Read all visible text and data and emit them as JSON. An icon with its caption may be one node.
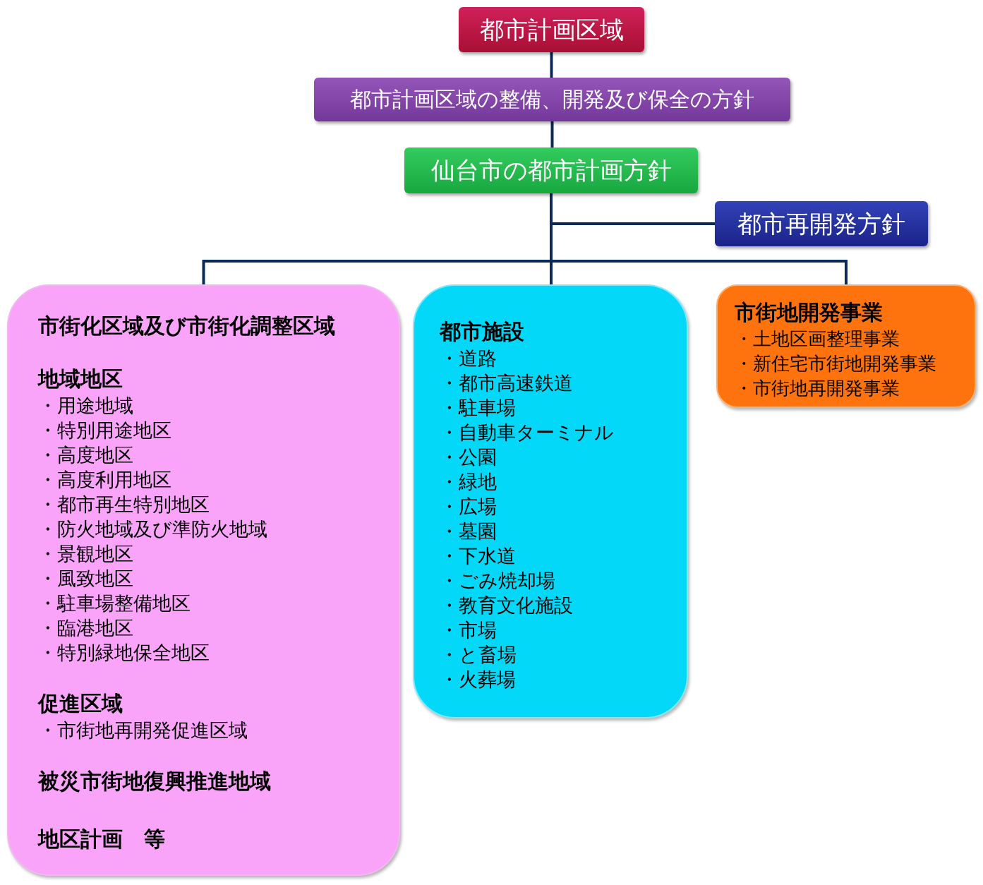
{
  "diagram": {
    "nodes": [
      {
        "text": [
          "都市計画区域"
        ]
      },
      {
        "text": [
          "都市計画区域の整備、開発及び保全の方針"
        ]
      },
      {
        "text": [
          "仙台市の都市計画方針"
        ]
      },
      {
        "text": [
          "都市再開発方針"
        ]
      },
      {
        "text": [
          "市街化区域及び市街化調整区域",
          "地域地区",
          "・用途地域",
          "・特別用途地区",
          "・高度地区",
          "・高度利用地区",
          "・都市再生特別地区",
          "・防火地域及び準防火地域",
          "・景観地区",
          "・風致地区",
          "・駐車場整備地区",
          "・臨港地区",
          "・特別緑地保全地区",
          "促進区域",
          "・市街地再開発促進区域",
          "被災市街地復興推進地域",
          "地区計画　等"
        ]
      },
      {
        "text": [
          "都市施設",
          "・道路",
          "・都市高速鉄道",
          "・駐車場",
          "・自動車ターミナル",
          "・公園",
          "・緑地",
          "・広場",
          "・墓園",
          "・下水道",
          "・ごみ焼却場",
          "・教育文化施設",
          "・市場",
          "・と畜場",
          "・火葬場"
        ]
      },
      {
        "text": [
          "市街地開発事業",
          "・土地区画整理事業",
          "・新住宅市街地開発事業",
          "・市街地再開発事業"
        ]
      }
    ],
    "edges": [
      {
        "from": 0,
        "to": 1,
        "arrow": "none"
      },
      {
        "from": 1,
        "to": 2,
        "arrow": "none"
      },
      {
        "from": 2,
        "to": 3,
        "arrow": "none"
      },
      {
        "from": 2,
        "to": 4,
        "arrow": "none"
      },
      {
        "from": 2,
        "to": 5,
        "arrow": "none"
      },
      {
        "from": 2,
        "to": 6,
        "arrow": "none"
      }
    ]
  }
}
